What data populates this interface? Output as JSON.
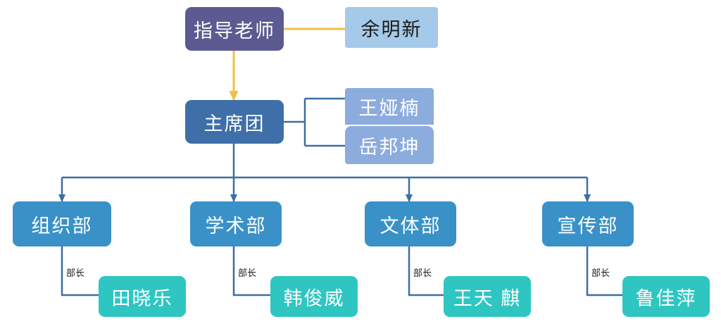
{
  "diagram": {
    "type": "organization-chart",
    "background": "#ffffff",
    "colors": {
      "advisor": "#5b5b92",
      "advisor_name": "#a5c9e8",
      "presidium": "#3e6fa8",
      "presidium_member": "#8cacde",
      "department": "#3a91c8",
      "person": "#2fc6c2",
      "connector_blue": "#3d6ea6",
      "connector_yellow": "#f0c040"
    },
    "nodes": {
      "advisor": {
        "label": "指导老师"
      },
      "advisor_name": {
        "label": "余明新"
      },
      "presidium": {
        "label": "主席团"
      },
      "presidium_members": [
        {
          "label": "王娅楠"
        },
        {
          "label": "岳邦坤"
        }
      ],
      "departments": [
        {
          "label": "组织部",
          "role": "部长",
          "person": "田晓乐"
        },
        {
          "label": "学术部",
          "role": "部长",
          "person": "韩俊威"
        },
        {
          "label": "文体部",
          "role": "部长",
          "person": "王天 麒"
        },
        {
          "label": "宣传部",
          "role": "部长",
          "person": "鲁佳萍"
        }
      ]
    }
  }
}
